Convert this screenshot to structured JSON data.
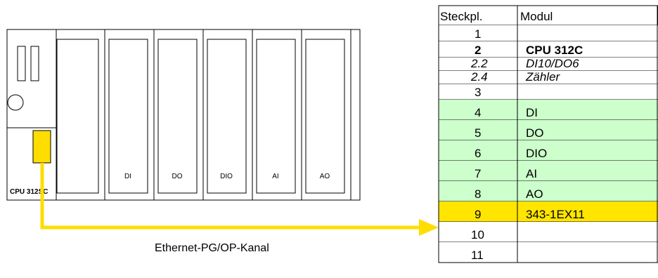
{
  "rack": {
    "cpu_label": "CPU 312SC",
    "modules": [
      "DI",
      "DO",
      "DIO",
      "AI",
      "AO"
    ]
  },
  "connection": {
    "label": "Ethernet-PG/OP-Kanal",
    "color": "#ffdd00"
  },
  "table": {
    "header": {
      "slot": "Steckpl.",
      "module": "Modul"
    },
    "rows": [
      {
        "slot": "1",
        "module": "",
        "style": "plain"
      },
      {
        "slot": "2",
        "module": "CPU 312C",
        "style": "bold"
      },
      {
        "slot": "2.2",
        "module": "DI10/DO6",
        "style": "italic"
      },
      {
        "slot": "2.4",
        "module": "Zähler",
        "style": "italic"
      },
      {
        "slot": "3",
        "module": "",
        "style": "plain"
      },
      {
        "slot": "4",
        "module": "DI",
        "style": "green"
      },
      {
        "slot": "5",
        "module": "DO",
        "style": "green"
      },
      {
        "slot": "6",
        "module": "DIO",
        "style": "green"
      },
      {
        "slot": "7",
        "module": "AI",
        "style": "green"
      },
      {
        "slot": "8",
        "module": "AO",
        "style": "green"
      },
      {
        "slot": "9",
        "module": "343-1EX11",
        "style": "yellow"
      },
      {
        "slot": "10",
        "module": "",
        "style": "plain"
      },
      {
        "slot": "11",
        "module": "",
        "style": "plain"
      }
    ],
    "colors": {
      "green": "#ccffcc",
      "yellow": "#ffe500"
    }
  }
}
